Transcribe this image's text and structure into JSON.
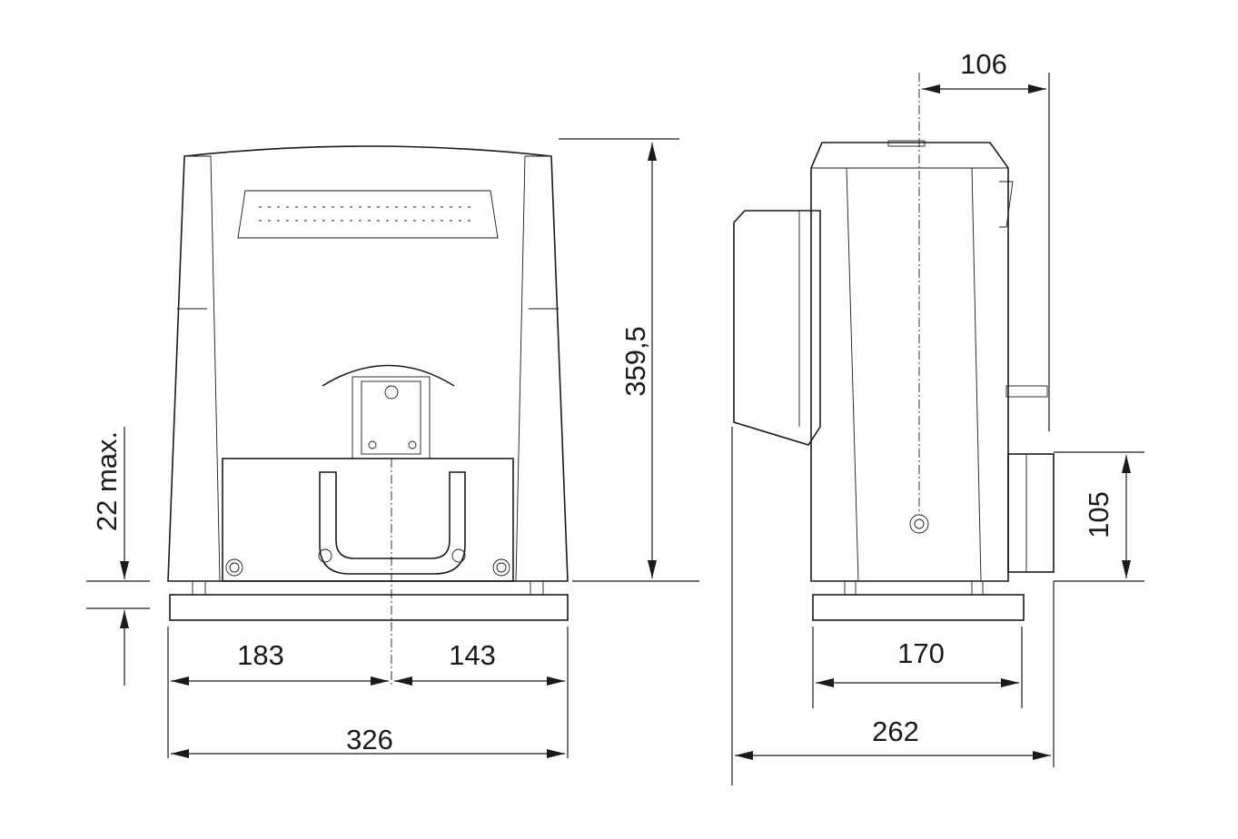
{
  "dimensions": {
    "front_height": "359,5",
    "front_clearance": "22 max.",
    "front_left": "183",
    "front_right": "143",
    "front_total": "326",
    "side_top_offset": "106",
    "side_module_height": "105",
    "side_base": "170",
    "side_total": "262"
  }
}
